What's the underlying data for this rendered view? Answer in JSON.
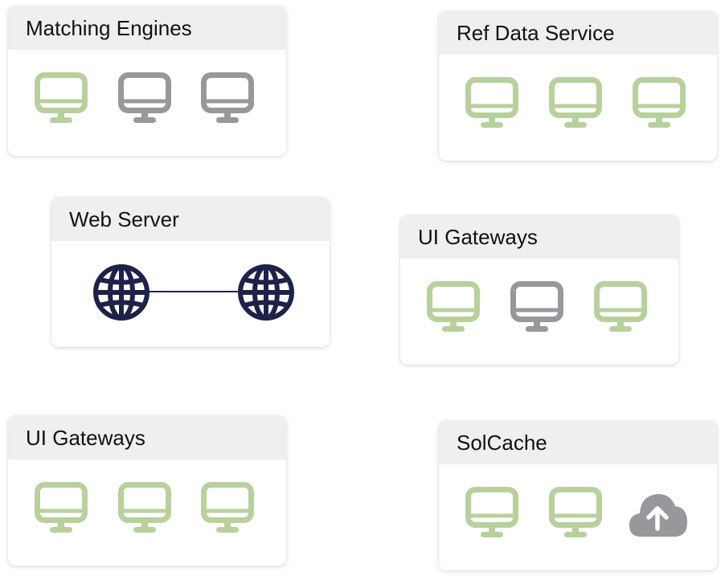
{
  "colors": {
    "online": "#b8d19c",
    "offline": "#98989c",
    "globe": "#1e2148",
    "header_bg": "#efefef"
  },
  "groups": [
    {
      "id": "matching-engines",
      "title": "Matching Engines",
      "nodes": [
        {
          "icon": "monitor-icon",
          "status": "online"
        },
        {
          "icon": "monitor-icon",
          "status": "offline"
        },
        {
          "icon": "monitor-icon",
          "status": "offline"
        }
      ]
    },
    {
      "id": "ref-data-service",
      "title": "Ref Data Service",
      "nodes": [
        {
          "icon": "monitor-icon",
          "status": "online"
        },
        {
          "icon": "monitor-icon",
          "status": "online"
        },
        {
          "icon": "monitor-icon",
          "status": "online"
        }
      ]
    },
    {
      "id": "web-server",
      "title": "Web Server",
      "nodes": [
        {
          "icon": "globe-icon",
          "status": "active"
        },
        {
          "icon": "globe-icon",
          "status": "active"
        }
      ],
      "link": "globe-to-globe"
    },
    {
      "id": "ui-gateways-1",
      "title": "UI Gateways",
      "nodes": [
        {
          "icon": "monitor-icon",
          "status": "online"
        },
        {
          "icon": "monitor-icon",
          "status": "offline"
        },
        {
          "icon": "monitor-icon",
          "status": "online"
        }
      ]
    },
    {
      "id": "ui-gateways-2",
      "title": "UI Gateways",
      "nodes": [
        {
          "icon": "monitor-icon",
          "status": "online"
        },
        {
          "icon": "monitor-icon",
          "status": "online"
        },
        {
          "icon": "monitor-icon",
          "status": "online"
        }
      ]
    },
    {
      "id": "solcache",
      "title": "SolCache",
      "nodes": [
        {
          "icon": "monitor-icon",
          "status": "online"
        },
        {
          "icon": "monitor-icon",
          "status": "online"
        },
        {
          "icon": "cloud-upload-icon",
          "status": "offline"
        }
      ]
    }
  ]
}
